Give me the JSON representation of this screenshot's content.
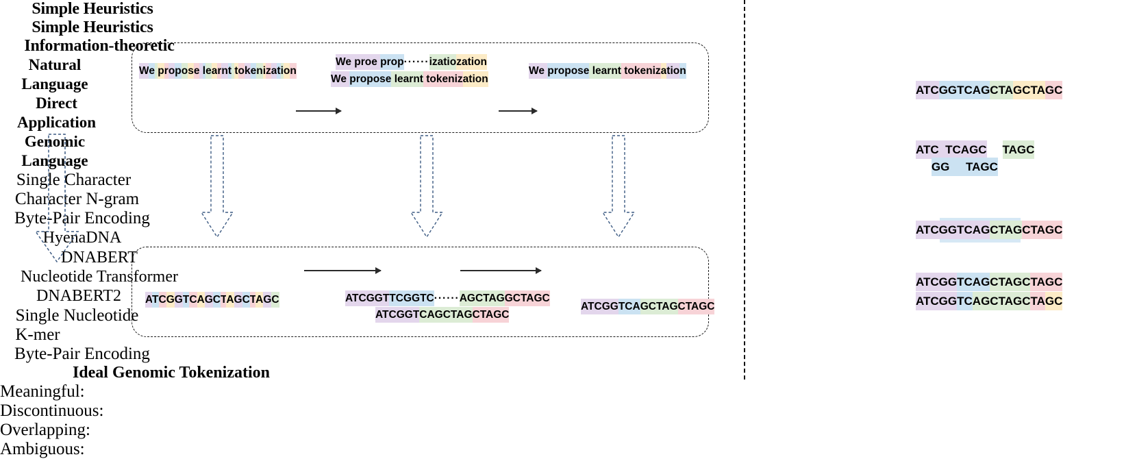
{
  "figure": {
    "left_panel": {
      "column_headers": [
        "Simple Heuristics",
        "Simple Heuristics",
        "Information-theoretic"
      ],
      "row_labels": {
        "top": "Natural\nLanguage",
        "middle": "Direct\nApplication",
        "bottom": "Genomic\nLanguage"
      },
      "natural_language_stages": [
        "Single Character",
        "Character N-gram",
        "Byte-Pair Encoding"
      ],
      "genomic_stages": [
        "Single Nucleotide",
        "K-mer",
        "Byte-Pair Encoding"
      ],
      "models": [
        "HyenaDNA",
        "DNABERT\nNucleotide Transformer",
        "DNABERT2"
      ],
      "model_lines": [
        [
          "HyenaDNA"
        ],
        [
          "DNABERT",
          "Nucleotide Transformer"
        ],
        [
          "DNABERT2"
        ]
      ],
      "nl_examples": {
        "single_character": {
          "text": "We propose learnt tokenization",
          "segments": [
            {
              "t": "W",
              "c": "purple"
            },
            {
              "t": "e",
              "c": "blue"
            },
            {
              "t": " ",
              "c": "green"
            },
            {
              "t": "p",
              "c": "yellow"
            },
            {
              "t": "r",
              "c": "pink"
            },
            {
              "t": "o",
              "c": "purple"
            },
            {
              "t": "p",
              "c": "blue"
            },
            {
              "t": "o",
              "c": "green"
            },
            {
              "t": "s",
              "c": "yellow"
            },
            {
              "t": "e",
              "c": "pink"
            },
            {
              "t": " ",
              "c": "purple"
            },
            {
              "t": "l",
              "c": "blue"
            },
            {
              "t": "e",
              "c": "green"
            },
            {
              "t": "a",
              "c": "yellow"
            },
            {
              "t": "r",
              "c": "pink"
            },
            {
              "t": "n",
              "c": "purple"
            },
            {
              "t": "t",
              "c": "blue"
            },
            {
              "t": " ",
              "c": "green"
            },
            {
              "t": "t",
              "c": "yellow"
            },
            {
              "t": "o",
              "c": "pink"
            },
            {
              "t": "k",
              "c": "purple"
            },
            {
              "t": "e",
              "c": "blue"
            },
            {
              "t": "n",
              "c": "green"
            },
            {
              "t": "i",
              "c": "yellow"
            },
            {
              "t": "z",
              "c": "pink"
            },
            {
              "t": "a",
              "c": "purple"
            },
            {
              "t": "t",
              "c": "blue"
            },
            {
              "t": "i",
              "c": "green"
            },
            {
              "t": "o",
              "c": "yellow"
            },
            {
              "t": "n",
              "c": "pink"
            }
          ]
        },
        "character_ngram_row1": {
          "text": "We proe prop⋯⋯izatiozation",
          "segments": [
            {
              "t": "We proe ",
              "c": "purple"
            },
            {
              "t": "prop",
              "c": "blue"
            },
            {
              "t": "······",
              "c": "none"
            },
            {
              "t": "izatio",
              "c": "green"
            },
            {
              "t": "zation",
              "c": "yellow"
            }
          ]
        },
        "character_ngram_row2": {
          "text": "We propose learnt tokenization",
          "segments": [
            {
              "t": "We ",
              "c": "purple"
            },
            {
              "t": "propose",
              "c": "blue"
            },
            {
              "t": " learnt",
              "c": "green"
            },
            {
              "t": " tokeniz",
              "c": "pink"
            },
            {
              "t": "ation",
              "c": "yellow"
            }
          ]
        },
        "byte_pair_encoding": {
          "text": "We propose learnt tokenization",
          "segments": [
            {
              "t": "We ",
              "c": "purple"
            },
            {
              "t": "propose",
              "c": "blue"
            },
            {
              "t": " learnt",
              "c": "green"
            },
            {
              "t": " tokeniz",
              "c": "pink"
            },
            {
              "t": "a",
              "c": "yellow"
            },
            {
              "t": "tio",
              "c": "purple"
            },
            {
              "t": "n",
              "c": "blue"
            }
          ]
        }
      },
      "genomic_examples": {
        "single_nucleotide": {
          "text": "ATCGGTCAGCTAGCTAGC",
          "segments": [
            {
              "t": "A",
              "c": "purple"
            },
            {
              "t": "T",
              "c": "blue"
            },
            {
              "t": "C",
              "c": "pink"
            },
            {
              "t": "G",
              "c": "yellow"
            },
            {
              "t": "G",
              "c": "purple"
            },
            {
              "t": "T",
              "c": "blue"
            },
            {
              "t": "C",
              "c": "pink"
            },
            {
              "t": "A",
              "c": "yellow"
            },
            {
              "t": "G",
              "c": "purple"
            },
            {
              "t": "C",
              "c": "blue"
            },
            {
              "t": "T",
              "c": "pink"
            },
            {
              "t": "A",
              "c": "yellow"
            },
            {
              "t": "G",
              "c": "purple"
            },
            {
              "t": "C",
              "c": "blue"
            },
            {
              "t": "T",
              "c": "pink"
            },
            {
              "t": "A",
              "c": "yellow"
            },
            {
              "t": "G",
              "c": "purple"
            },
            {
              "t": "C",
              "c": "green"
            }
          ]
        },
        "kmer_row1": {
          "text": "ATCGGTTCGGTC⋯⋯AGCTAGGCTAGC",
          "segments": [
            {
              "t": "ATCGGT",
              "c": "purple"
            },
            {
              "t": "TCGGTC",
              "c": "blue"
            },
            {
              "t": "······",
              "c": "none"
            },
            {
              "t": "AGCTAG",
              "c": "green"
            },
            {
              "t": "GCTAGC",
              "c": "pink"
            }
          ]
        },
        "kmer_row2": {
          "text": "ATCGGTCAGCTAGCTAGC",
          "segments": [
            {
              "t": "ATCGGT",
              "c": "purple"
            },
            {
              "t": "CAGCTAG",
              "c": "green"
            },
            {
              "t": "CTAGC",
              "c": "pink"
            }
          ]
        },
        "byte_pair_encoding": {
          "text": "ATCGGTCAGCTAGCTAGC",
          "segments": [
            {
              "t": "ATCGG",
              "c": "purple"
            },
            {
              "t": "TCA",
              "c": "blue"
            },
            {
              "t": "GCTAG",
              "c": "green"
            },
            {
              "t": "CTAGC",
              "c": "pink"
            }
          ]
        }
      }
    },
    "right_panel": {
      "title": "Ideal Genomic Tokenization",
      "rows": [
        {
          "label": "Meaningful:",
          "lines": [
            {
              "segments": [
                {
                  "t": "ATC",
                  "c": "purple"
                },
                {
                  "t": "GGTCAG",
                  "c": "blue"
                },
                {
                  "t": "CTA",
                  "c": "green"
                },
                {
                  "t": "GCTA",
                  "c": "yellow"
                },
                {
                  "t": "GC",
                  "c": "pink"
                }
              ]
            }
          ]
        },
        {
          "label": "Discontinuous:",
          "lines": [
            {
              "segments": [
                {
                  "t": "ATC",
                  "c": "purple"
                },
                {
                  "t": "  ",
                  "c": "purple"
                },
                {
                  "t": "TCAGC",
                  "c": "purple"
                },
                {
                  "t": "    ",
                  "c": "none"
                },
                {
                  "t": "TAGC",
                  "c": "green"
                }
              ]
            },
            {
              "segments": [
                {
                  "t": "    ",
                  "c": "none"
                },
                {
                  "t": "GG",
                  "c": "blue"
                },
                {
                  "t": "     ",
                  "c": "blue"
                },
                {
                  "t": "TAGC",
                  "c": "blue"
                }
              ]
            }
          ]
        },
        {
          "label": "Overlapping:",
          "lines": [
            {
              "segments": [
                {
                  "t": "ATCGGT",
                  "c": "purple"
                },
                {
                  "t": "CAG",
                  "c": "purple"
                },
                {
                  "t": "CTAG",
                  "c": "green"
                },
                {
                  "t": "CTAGC",
                  "c": "pink"
                }
              ]
            }
          ],
          "overlay": {
            "text": "GTCAGCTA",
            "c": "blue"
          }
        },
        {
          "label": "Ambiguous:",
          "lines": [
            {
              "segments": [
                {
                  "t": "ATCGG",
                  "c": "purple"
                },
                {
                  "t": "TCAG",
                  "c": "blue"
                },
                {
                  "t": "CTAGC",
                  "c": "green"
                },
                {
                  "t": "TAGC",
                  "c": "pink"
                }
              ]
            },
            {
              "segments": [
                {
                  "t": "ATCGG",
                  "c": "purple"
                },
                {
                  "t": "TC",
                  "c": "blue"
                },
                {
                  "t": "AGCTAGC",
                  "c": "green"
                },
                {
                  "t": "TA",
                  "c": "pink"
                },
                {
                  "t": "GC",
                  "c": "yellow"
                }
              ]
            }
          ]
        }
      ]
    },
    "palette": {
      "purple": "#e3d6ec",
      "blue": "#cbe2f2",
      "green": "#dcecd5",
      "yellow": "#fcebc6",
      "pink": "#f7d3d7",
      "none": "transparent",
      "arrow_stroke": "#3c5a82",
      "box_stroke": "#1a1a1a"
    }
  }
}
